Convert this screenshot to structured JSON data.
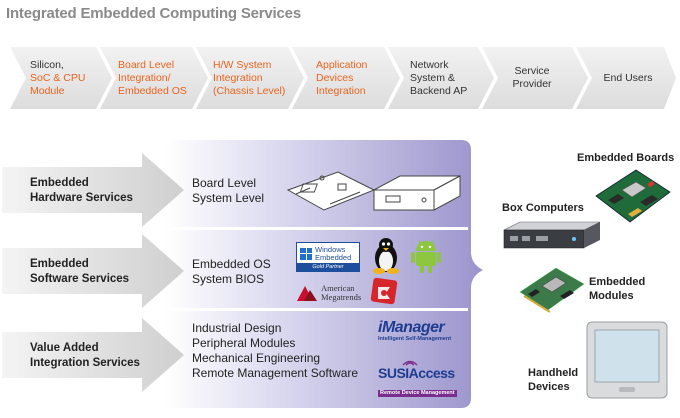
{
  "title": "Integrated Embedded Computing Services",
  "value_chain": [
    {
      "lines": [
        "Silicon,",
        "SoC & CPU",
        "Module"
      ],
      "color": "mixed"
    },
    {
      "lines": [
        "Board Level",
        "Integration/",
        "Embedded OS"
      ],
      "color": "#e8641e"
    },
    {
      "lines": [
        "H/W System",
        "Integration",
        "(Chassis Level)"
      ],
      "color": "#e8641e"
    },
    {
      "lines": [
        "Application",
        "Devices",
        "Integration"
      ],
      "color": "#e8641e"
    },
    {
      "lines": [
        "Network",
        "System &",
        "Backend AP"
      ],
      "color": "#333333"
    },
    {
      "lines": [
        "Service",
        "Provider"
      ],
      "color": "#333333"
    },
    {
      "lines": [
        "End Users"
      ],
      "color": "#333333"
    }
  ],
  "services": [
    {
      "label": [
        "Embedded",
        "Hardware Services"
      ],
      "items": [
        "Board Level",
        "System Level"
      ]
    },
    {
      "label": [
        "Embedded",
        "Software Services"
      ],
      "items": [
        "Embedded OS",
        "System BIOS"
      ]
    },
    {
      "label": [
        "Value Added",
        "Integration Services"
      ],
      "items": [
        "Industrial Design",
        "Peripheral Modules",
        "Mechanical Engineering",
        "Remote Management Software"
      ]
    }
  ],
  "logos": {
    "windows": {
      "line1": "Windows",
      "line2": "Embedded",
      "badge": "Gold Partner"
    },
    "ami": {
      "line1": "American",
      "line2": "Megatrends"
    },
    "imanager": {
      "name": "iManager",
      "tagline": "Intelligent Self-Management"
    },
    "susiaccess": {
      "name": "SUSIAccess",
      "tagline": "Remote Device Management"
    }
  },
  "products": [
    {
      "lines": [
        "Embedded Boards"
      ]
    },
    {
      "lines": [
        "Box Computers"
      ]
    },
    {
      "lines": [
        "Embedded",
        "Modules"
      ]
    },
    {
      "lines": [
        "Handheld",
        "Devices"
      ]
    }
  ],
  "colors": {
    "accent": "#e8641e",
    "panel": "#9a94cc",
    "arrow": "#d9d9d9",
    "brand_blue": "#1e3d8f"
  }
}
